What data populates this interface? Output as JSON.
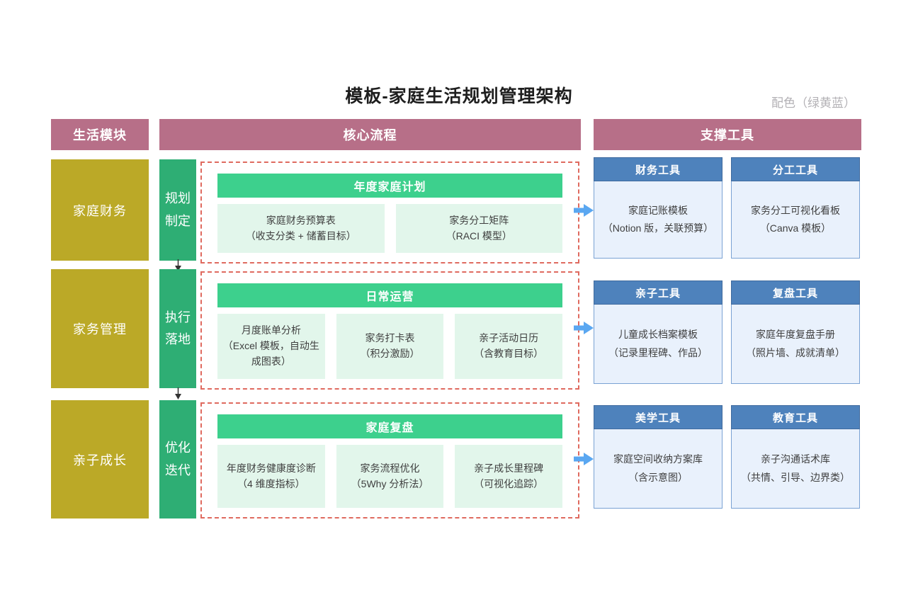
{
  "page": {
    "title": "模板-家庭生活规划管理架构",
    "color_note": "配色（绿黄蓝）"
  },
  "headers": {
    "modules": "生活模块",
    "process": "核心流程",
    "tools": "支撑工具"
  },
  "rows": [
    {
      "module": "家庭财务",
      "stage": "规划\n制定",
      "process": {
        "title": "年度家庭计划",
        "items": [
          "家庭财务预算表\n（收支分类 + 储蓄目标）",
          "家务分工矩阵\n（RACI 模型）"
        ]
      },
      "tools": [
        {
          "title": "财务工具",
          "body": "家庭记账模板\n（Notion 版，关联预算）"
        },
        {
          "title": "分工工具",
          "body": "家务分工可视化看板\n（Canva 模板）"
        }
      ]
    },
    {
      "module": "家务管理",
      "stage": "执行\n落地",
      "process": {
        "title": "日常运营",
        "items": [
          "月度账单分析\n（Excel 模板，自动生成图表）",
          "家务打卡表\n（积分激励）",
          "亲子活动日历\n（含教育目标）"
        ]
      },
      "tools": [
        {
          "title": "亲子工具",
          "body": "儿童成长档案模板\n（记录里程碑、作品）"
        },
        {
          "title": "复盘工具",
          "body": "家庭年度复盘手册\n（照片墙、成就清单）"
        }
      ]
    },
    {
      "module": "亲子成长",
      "stage": "优化\n迭代",
      "process": {
        "title": "家庭复盘",
        "items": [
          "年度财务健康度诊断\n（4 维度指标）",
          "家务流程优化\n（5Why 分析法）",
          "亲子成长里程碑\n（可视化追踪）"
        ]
      },
      "tools": [
        {
          "title": "美学工具",
          "body": "家庭空间收纳方案库\n（含示意图）"
        },
        {
          "title": "教育工具",
          "body": "亲子沟通话术库\n（共情、引导、边界类）"
        }
      ]
    }
  ],
  "palette": {
    "header_rose": "#b76f88",
    "module_yellow": "#bba927",
    "stage_green": "#2eae74",
    "process_green": "#3dd08d",
    "process_item_bg": "#e2f6eb",
    "dashed_red": "#df6a5f",
    "tool_header_blue": "#4e82bc",
    "tool_body_bg": "#e9f1fc",
    "tool_border_blue": "#7aa2d4",
    "arrow_blue": "#5aa7f1"
  }
}
